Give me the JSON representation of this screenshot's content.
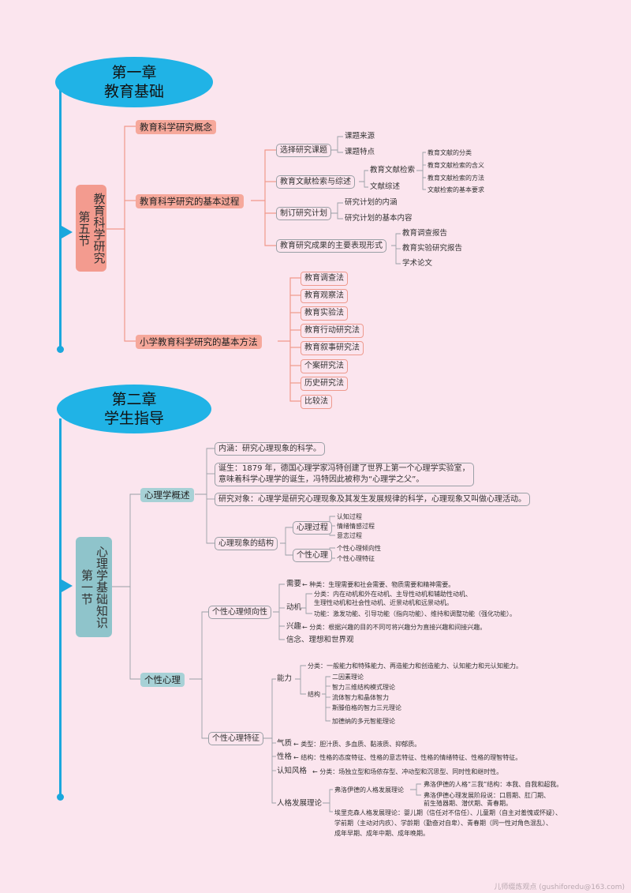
{
  "chapter1": {
    "title_line1": "第一章",
    "title_line2": "教育基础",
    "section": {
      "col1": "教育科学研究",
      "col2": "第五节"
    },
    "topics": [
      {
        "label": "教育科学研究概念"
      },
      {
        "label": "教育科学研究的基本过程",
        "children": [
          {
            "label": "选择研究课题",
            "children": [
              "课题来源",
              "课题特点"
            ]
          },
          {
            "label": "教育文献检索与综述",
            "children": [
              {
                "label": "教育文献检索",
                "children": [
                  "教育文献的分类",
                  "教育文献检索的含义",
                  "教育文献检索的方法",
                  "文献检索的基本要求"
                ]
              },
              {
                "label": "文献综述"
              }
            ]
          },
          {
            "label": "制订研究计划",
            "children": [
              "研究计划的内涵",
              "研究计划的基本内容"
            ]
          },
          {
            "label": "教育研究成果的主要表现形式",
            "children": [
              "教育调查报告",
              "教育实验研究报告",
              "学术论文"
            ]
          }
        ]
      },
      {
        "label": "小学教育科学研究的基本方法",
        "children": [
          "教育调查法",
          "教育观察法",
          "教育实验法",
          "教育行动研究法",
          "教育叙事研究法",
          "个案研究法",
          "历史研究法",
          "比较法"
        ]
      }
    ]
  },
  "chapter2": {
    "title_line1": "第二章",
    "title_line2": "学生指导",
    "section": {
      "col1": "心理学基础知识",
      "col2": "第一节"
    },
    "overview": {
      "label": "心理学概述",
      "connotation": "内涵：研究心理现象的科学。",
      "birth_line1": "诞生：1879 年，德国心理学家冯特创建了世界上第一个心理学实验室，",
      "birth_line2": "意味着科学心理学的诞生，冯特因此被称为“心理学之父”。",
      "object": "研究对象：心理学是研究心理现象及其发生发展规律的科学，心理现象又叫做心理活动。",
      "structure": {
        "label": "心理现象的结构",
        "process": {
          "label": "心理过程",
          "items": [
            "认知过程",
            "情绪情感过程",
            "意志过程"
          ]
        },
        "personality": {
          "label": "个性心理",
          "items": [
            "个性心理倾向性",
            "个性心理特征"
          ]
        }
      }
    },
    "individual": {
      "label": "个性心理",
      "tendency": {
        "label": "个性心理倾向性",
        "need_label": "需要",
        "need_text": "种类：生理需要和社会需要、物质需要和精神需要。",
        "motive_label": "动机",
        "motive_cls1": "分类：内在动机和外在动机、主导性动机和辅助性动机、",
        "motive_cls2": "生理性动机和社会性动机、近景动机和远景动机。",
        "motive_func": "功能：激发功能、引导功能（指向功能）、维持和调整功能（强化功能）。",
        "interest_label": "兴趣",
        "interest_text": "分类：根据兴趣的目的不同可将兴趣分为直接兴趣和间接兴趣。",
        "belief": "信念、理想和世界观"
      },
      "traits": {
        "label": "个性心理特征",
        "ability_label": "能力",
        "ability_cls": "分类：一般能力和特殊能力、再造能力和创造能力、认知能力和元认知能力。",
        "structure_label": "结构",
        "structure_items": [
          "二因素理论",
          "智力三维结构模式理论",
          "流体智力和晶体智力",
          "斯滕伯格的智力三元理论",
          "加德纳的多元智能理论"
        ],
        "temperament_label": "气质",
        "temperament_text": "类型：胆汁质、多血质、黏液质、抑郁质。",
        "character_label": "性格",
        "character_text": "结构：性格的态度特征、性格的意志特征、性格的情绪特征、性格的理智特征。",
        "cognitive_label": "认知风格",
        "cognitive_text": "分类：场独立型和场依存型、冲动型和沉思型、同时性和继时性。",
        "development_label": "人格发展理论",
        "freud_label": "弗洛伊德的人格发展理论",
        "freud_1": "弗洛伊德的人格“三我”结构：本我、自我和超我。",
        "freud_2a": "弗洛伊德心理发展阶段说：口唇期、肛门期、",
        "freud_2b": "前生殖器期、潜伏期、青春期。",
        "erikson_1": "埃里克森人格发展理论：婴儿期（信任对不信任）、儿童期（自主对羞愧或怀疑）、",
        "erikson_2": "学前期（主动对内疚）、学龄期（勤奋对自卑）、青春期（同一性对角色混乱）、",
        "erikson_3": "成年早期、成年中期、成年晚期。"
      }
    }
  },
  "watermark": "儿师缀炼观点 (gushiforedu@163.com)",
  "colors": {
    "spine": "#1aa7dd",
    "chapter_bubble": "#20b3e6",
    "pink_node": "#f6a89b",
    "teal_node": "#a7d1d6",
    "background": "#fbe5ee"
  }
}
